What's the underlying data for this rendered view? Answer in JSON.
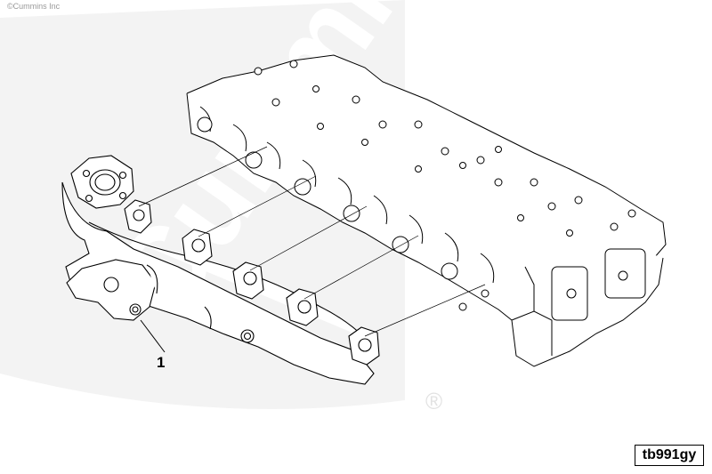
{
  "copyright": "©Cummins Inc",
  "watermark": {
    "brand": "Cummins",
    "registered": "®",
    "color": "#f2f2f2"
  },
  "callouts": [
    {
      "label": "1",
      "part": "exhaust-manifold"
    }
  ],
  "figure_ref": "tb991gy",
  "colors": {
    "line": "#000000",
    "leader": "#000000",
    "background": "#ffffff"
  }
}
